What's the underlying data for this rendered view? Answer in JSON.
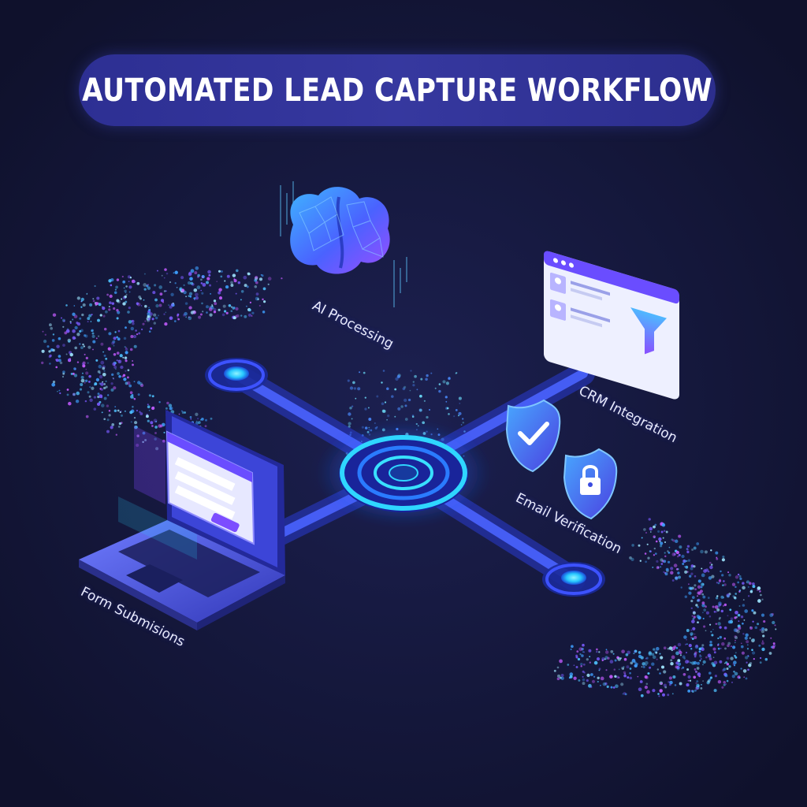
{
  "title": "AUTOMATED LEAD CAPTURE WORKFLOW",
  "nodes": {
    "ai": "AI Processing",
    "crm": "CRM Integration",
    "email": "Email Verification",
    "form": "Form Submisions"
  },
  "colors": {
    "background": "#131638",
    "title_pill": "#2f3196",
    "glow": "#29d3ff",
    "accent_violet": "#7a4dff",
    "brain": "#4c6bff",
    "shield": "#3a7cff"
  }
}
